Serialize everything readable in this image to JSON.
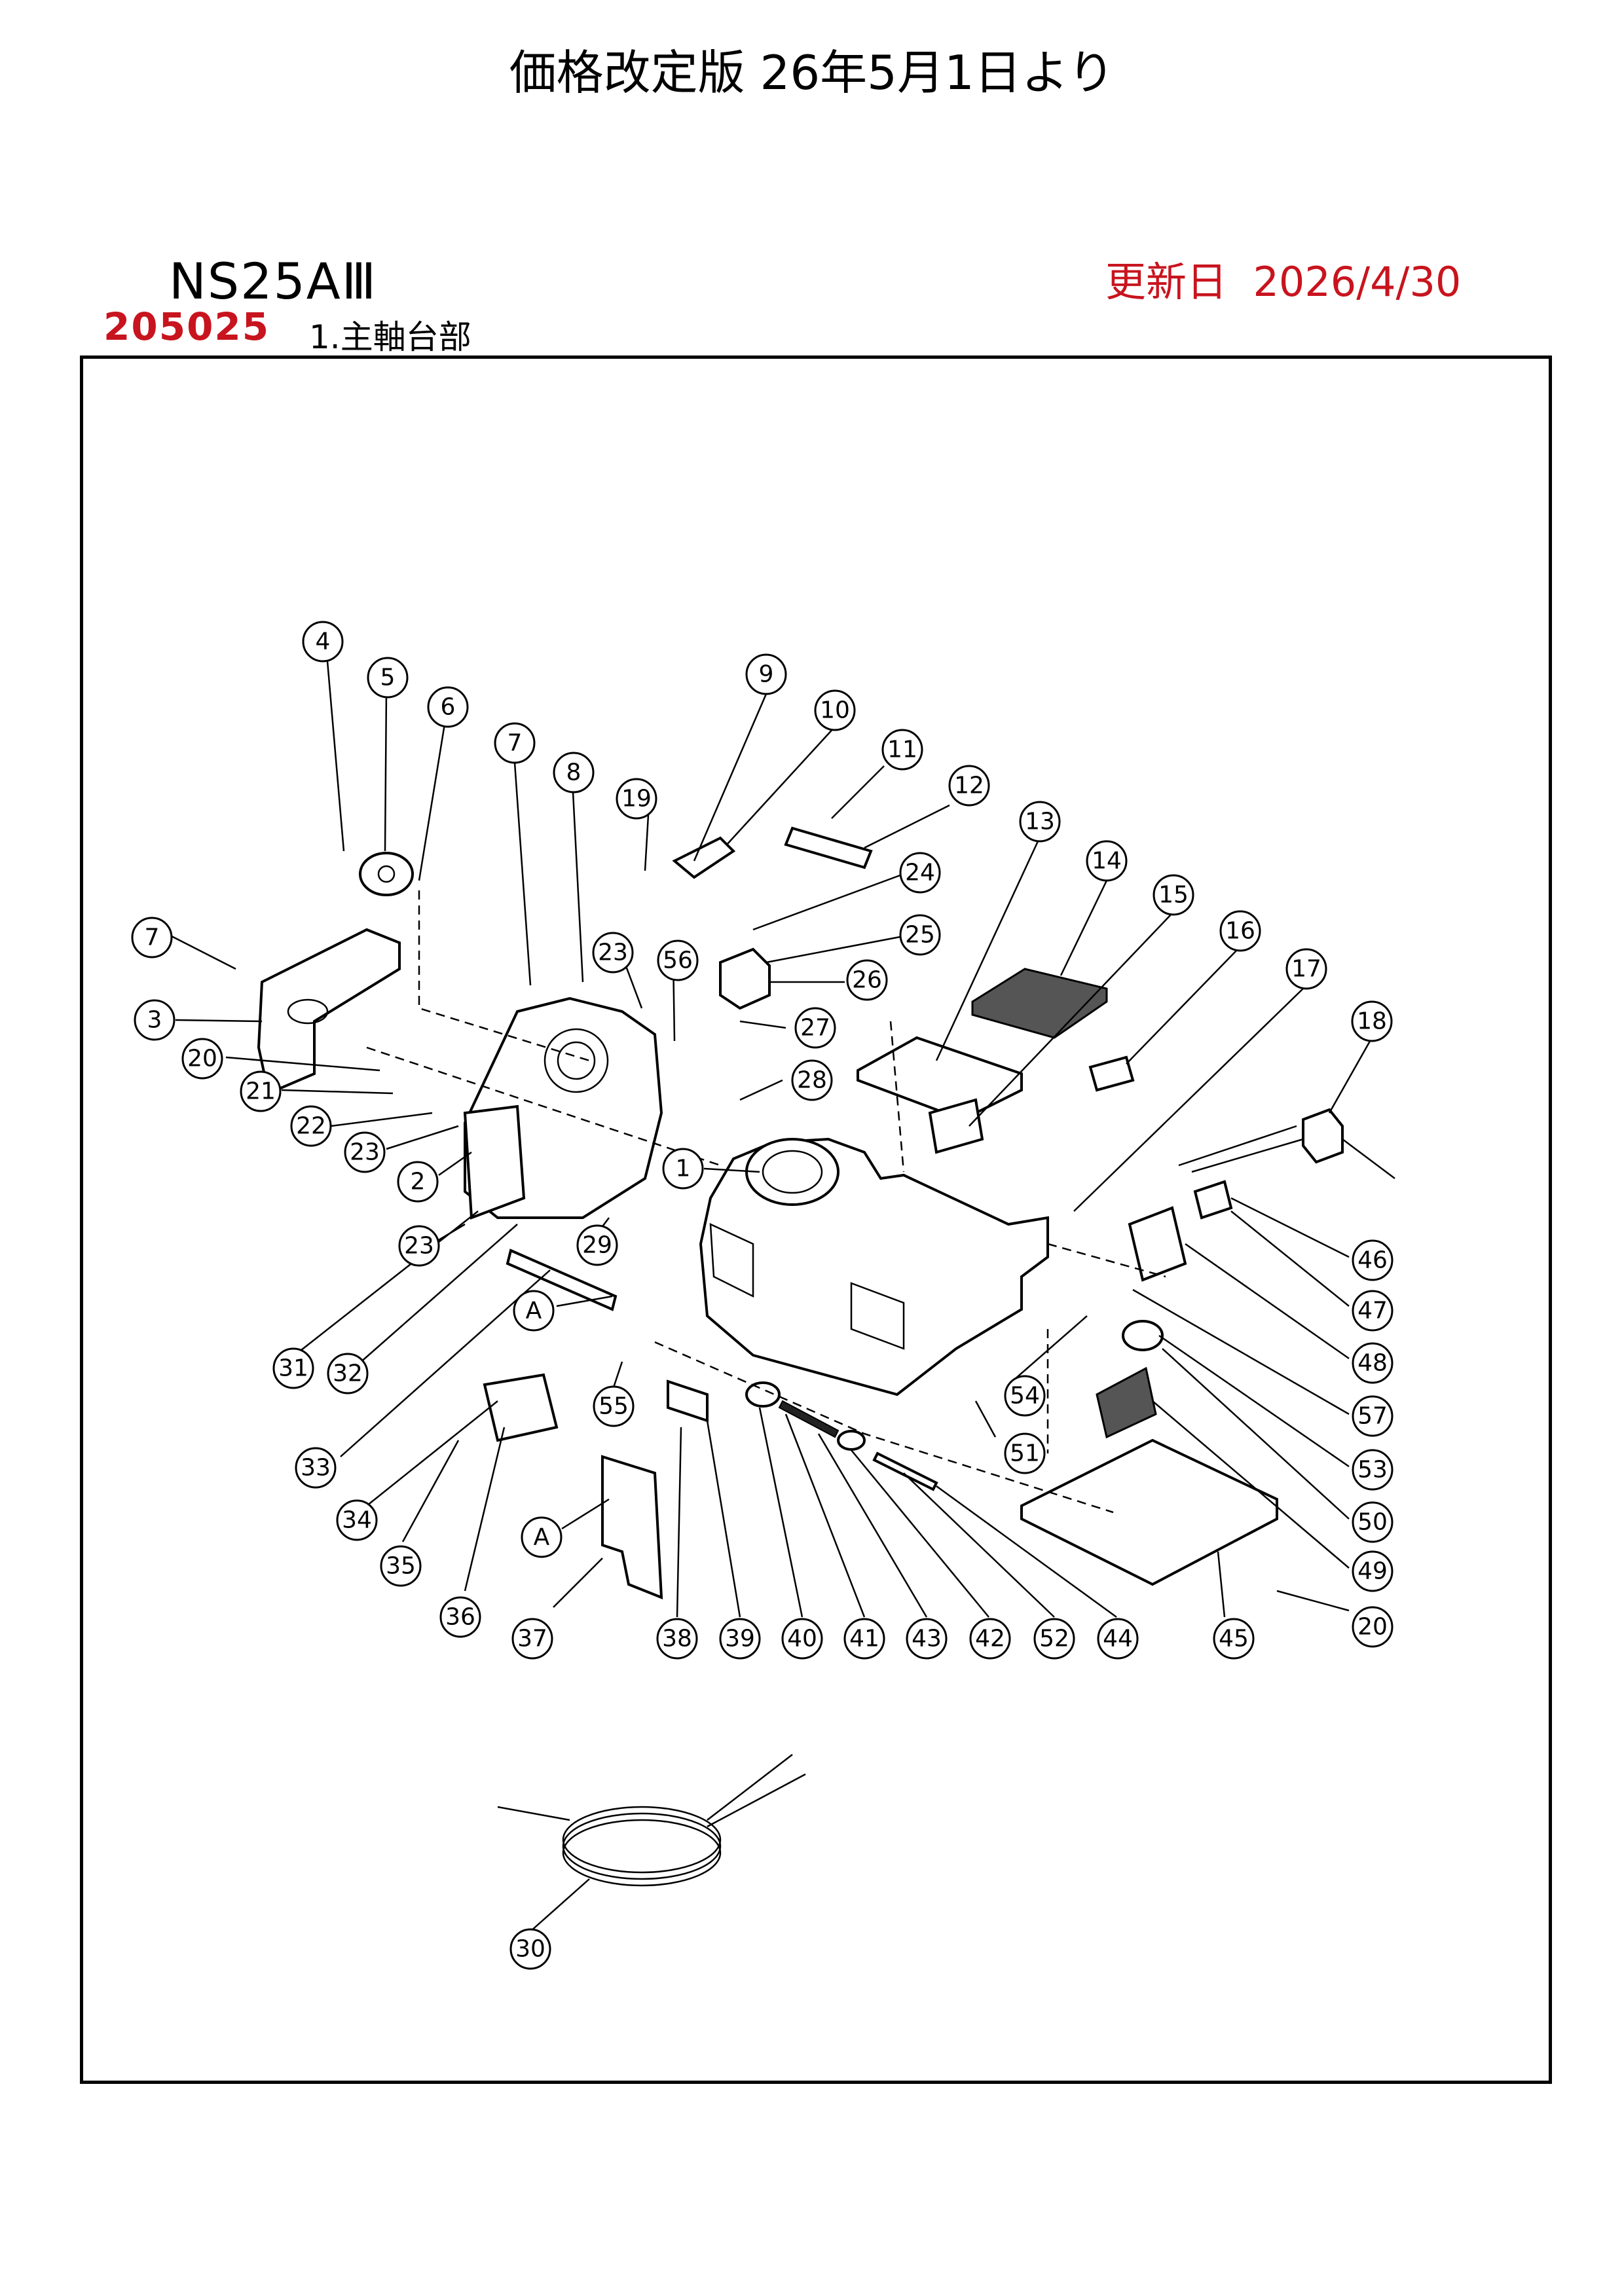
{
  "header": {
    "title": "価格改定版 26年5月1日より",
    "model": "NS25AⅢ",
    "updated_label": "更新日",
    "updated_date": "2026/4/30",
    "part_code": "205025",
    "section_name": "1.主軸台部"
  },
  "callout_labels": {
    "c1": "1",
    "c2": "2",
    "c3": "3",
    "c4": "4",
    "c5": "5",
    "c6": "6",
    "c7a": "7",
    "c7b": "7",
    "c8": "8",
    "c9": "9",
    "c10": "10",
    "c11": "11",
    "c12": "12",
    "c13": "13",
    "c14": "14",
    "c15": "15",
    "c16": "16",
    "c17": "17",
    "c18": "18",
    "c19": "19",
    "c20a": "20",
    "c20b": "20",
    "c21": "21",
    "c22": "22",
    "c23a": "23",
    "c23b": "23",
    "c23c": "23",
    "c24": "24",
    "c25": "25",
    "c26": "26",
    "c27": "27",
    "c28": "28",
    "c29": "29",
    "c30": "30",
    "c31": "31",
    "c32": "32",
    "c33": "33",
    "c34": "34",
    "c35": "35",
    "c36": "36",
    "c37": "37",
    "c38": "38",
    "c39": "39",
    "c40": "40",
    "c41": "41",
    "c42": "42",
    "c43": "43",
    "c44": "44",
    "c45": "45",
    "c46": "46",
    "c47": "47",
    "c48": "48",
    "c49": "49",
    "c50": "50",
    "c51": "51",
    "c52": "52",
    "c53": "53",
    "c54": "54",
    "c55": "55",
    "c56": "56",
    "c57": "57",
    "cAa": "A",
    "cAb": "A"
  }
}
